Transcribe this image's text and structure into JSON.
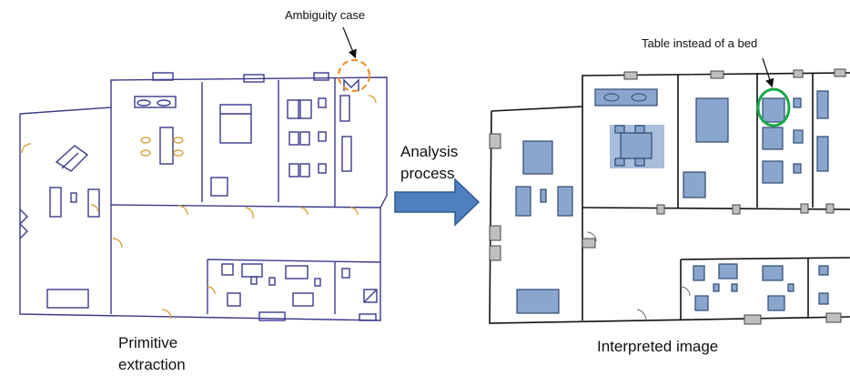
{
  "annotations": {
    "ambiguity_case": "Ambiguity case",
    "table_instead_of_bed": "Table instead of a bed"
  },
  "process": {
    "line1": "Analysis",
    "line2": "process"
  },
  "captions": {
    "primitive_line1": "Primitive",
    "primitive_line2": "extraction",
    "interpreted": "Interpreted image"
  },
  "colors": {
    "sketch_line": "#3a3a8c",
    "sketch_accent": "#d9a441",
    "ambiguity_marker": "#f0922b",
    "highlight_marker": "#1aa84a",
    "furniture_fill": "#8aa6cc",
    "furniture_stroke": "#2f4a72",
    "arrow_fill": "#4f7fbf",
    "arrow_stroke": "#2f5a8f"
  },
  "icons": [
    "arrow-right-icon",
    "dashed-circle-icon",
    "circle-highlight-icon"
  ]
}
